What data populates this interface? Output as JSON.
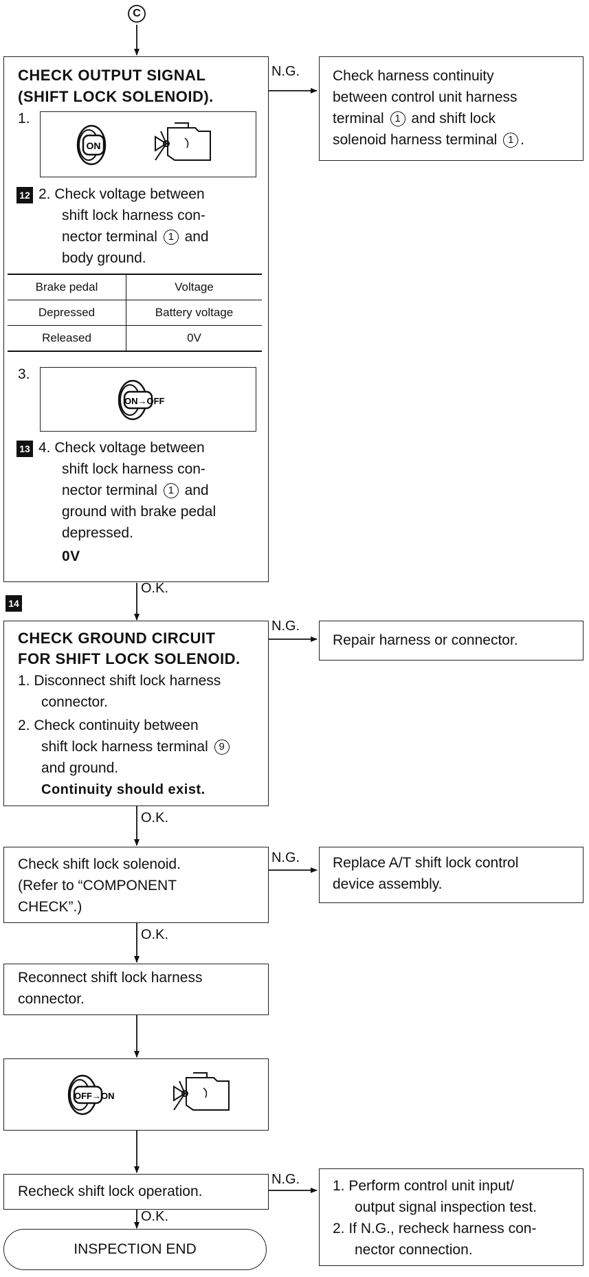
{
  "start_connector": "C",
  "step1": {
    "title_line1": "CHECK OUTPUT SIGNAL",
    "title_line2": "(SHIFT LOCK SOLENOID).",
    "item1_num": "1.",
    "key_label_on": "ON",
    "badge_2": "12",
    "item2_line1": "2. Check voltage between",
    "item2_line2": "shift lock harness con-",
    "item2_line3a": "nector terminal",
    "item2_line3b": "and",
    "item2_line4": "body ground.",
    "terminal_1": "1",
    "table": {
      "headers": [
        "Brake pedal",
        "Voltage"
      ],
      "rows": [
        [
          "Depressed",
          "Battery voltage"
        ],
        [
          "Released",
          "0V"
        ]
      ]
    },
    "item3_num": "3.",
    "key_label_onoff": "ON→OFF",
    "badge_4": "13",
    "item4_line1": "4. Check voltage between",
    "item4_line2": "shift lock harness con-",
    "item4_line3a": "nector terminal",
    "item4_line3b": "and",
    "item4_line4": "ground with brake pedal",
    "item4_line5": "depressed.",
    "item4_result": "0V"
  },
  "step1_ng": {
    "line1": "Check harness continuity",
    "line2": "between control unit harness",
    "line3a": "terminal",
    "line3b": "and shift lock",
    "line4": "solenoid harness terminal",
    "terminal": "1"
  },
  "badge_14": "14",
  "step2": {
    "title_line1": "CHECK GROUND CIRCUIT",
    "title_line2": "FOR SHIFT LOCK SOLENOID.",
    "item1_line1": "1. Disconnect shift lock harness",
    "item1_line2": "connector.",
    "item2_line1": "2. Check continuity between",
    "item2_line2": "shift lock harness terminal",
    "terminal_9": "9",
    "item2_line3": "and ground.",
    "result": "Continuity should exist."
  },
  "step2_ng": "Repair harness or connector.",
  "step3": {
    "line1": "Check shift lock solenoid.",
    "line2": "(Refer to “COMPONENT",
    "line3": "CHECK”.)"
  },
  "step3_ng": {
    "line1": "Replace A/T shift lock control",
    "line2": "device assembly."
  },
  "step4": {
    "line1": "Reconnect shift lock harness",
    "line2": "connector."
  },
  "step5_key_label": "OFF→ON",
  "step6": "Recheck shift lock operation.",
  "step6_ng": {
    "line1": "1. Perform control unit input/",
    "line2": "output signal inspection test.",
    "line3": "2. If N.G., recheck harness con-",
    "line4": "nector connection."
  },
  "end": "INSPECTION END",
  "labels": {
    "ng": "N.G.",
    "ok": "O.K."
  }
}
